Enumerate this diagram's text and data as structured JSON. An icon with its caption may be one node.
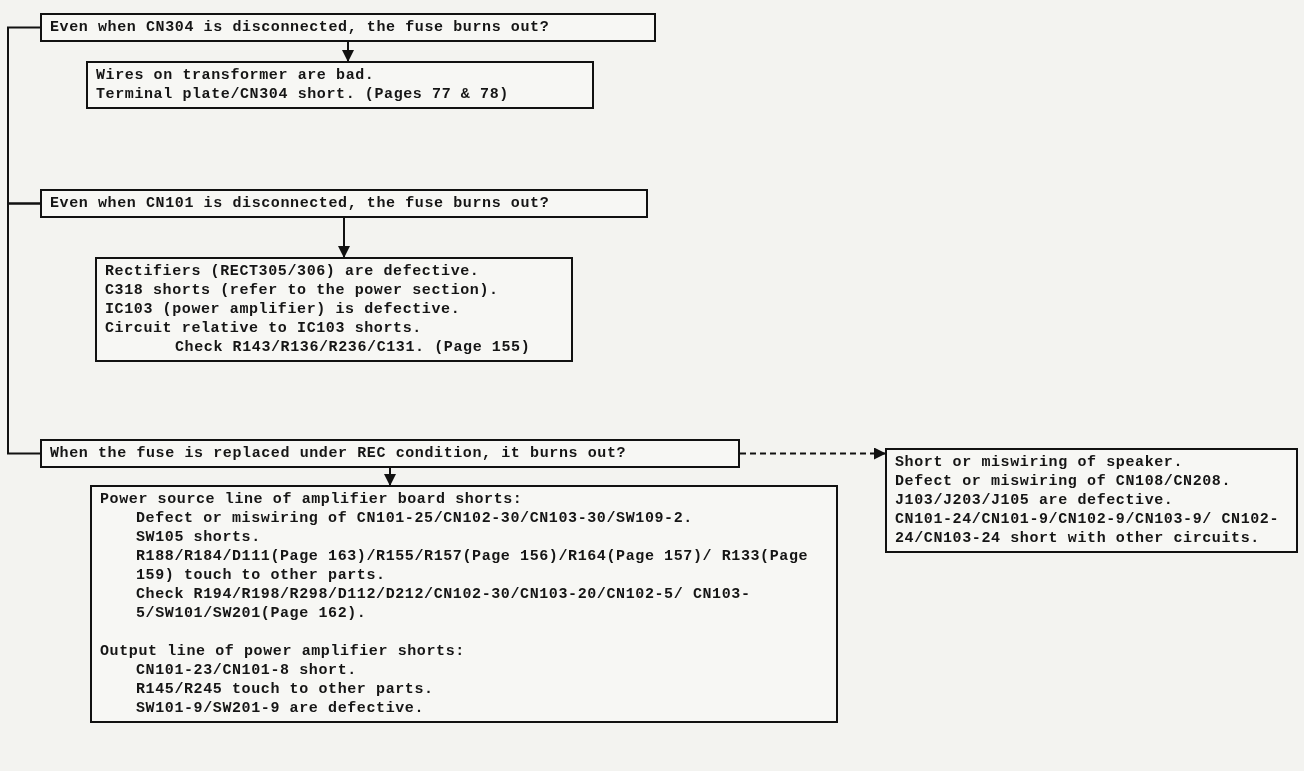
{
  "diagram": {
    "nodes": [
      {
        "text": [
          "Even when CN304 is disconnected, the fuse burns out?"
        ]
      },
      {
        "text": [
          "Wires on transformer are bad.",
          "Terminal plate/CN304 short. (Pages 77 & 78)"
        ]
      },
      {
        "text": [
          "Even when CN101 is disconnected, the fuse burns out?"
        ]
      },
      {
        "text": [
          "Rectifiers (RECT305/306) are defective.",
          "C318 shorts (refer to the power section).",
          "IC103 (power amplifier) is defective.",
          "Circuit relative to IC103 shorts.",
          "Check R143/R136/R236/C131. (Page 155)"
        ]
      },
      {
        "text": [
          "When the fuse is replaced under REC condition, it burns out?"
        ]
      },
      {
        "text": [
          "Power source line of amplifier board shorts:",
          "Defect or miswiring of CN101-25/CN102-30/CN103-30/SW109-2.",
          "SW105 shorts.",
          "R188/R184/D111(Page 163)/R155/R157(Page 156)/R164(Page 157)/ R133(Page 159) touch to other parts.",
          "Check R194/R198/R298/D112/D212/CN102-30/CN103-20/CN102-5/ CN103-5/SW101/SW201(Page 162).",
          "Output line of power amplifier shorts:",
          "CN101-23/CN101-8 short.",
          "R145/R245 touch to other parts.",
          "SW101-9/SW201-9 are defective."
        ]
      },
      {
        "text": [
          "Short or miswiring of speaker.",
          "Defect or miswiring of CN108/CN208.",
          "J103/J203/J105 are defective.",
          "CN101-24/CN101-9/CN102-9/CN103-9/ CN102-24/CN103-24 short with other circuits."
        ]
      }
    ],
    "edges": [
      {
        "from": 0,
        "to": 1,
        "arrow": "to"
      },
      {
        "from": 2,
        "to": 3,
        "arrow": "to"
      },
      {
        "from": 4,
        "to": 5,
        "arrow": "to"
      },
      {
        "from": 4,
        "to": 6,
        "arrow": "to",
        "style": "dashed"
      },
      {
        "from": 0,
        "to": 2,
        "arrow": "none"
      },
      {
        "from": 2,
        "to": 4,
        "arrow": "none"
      }
    ]
  }
}
